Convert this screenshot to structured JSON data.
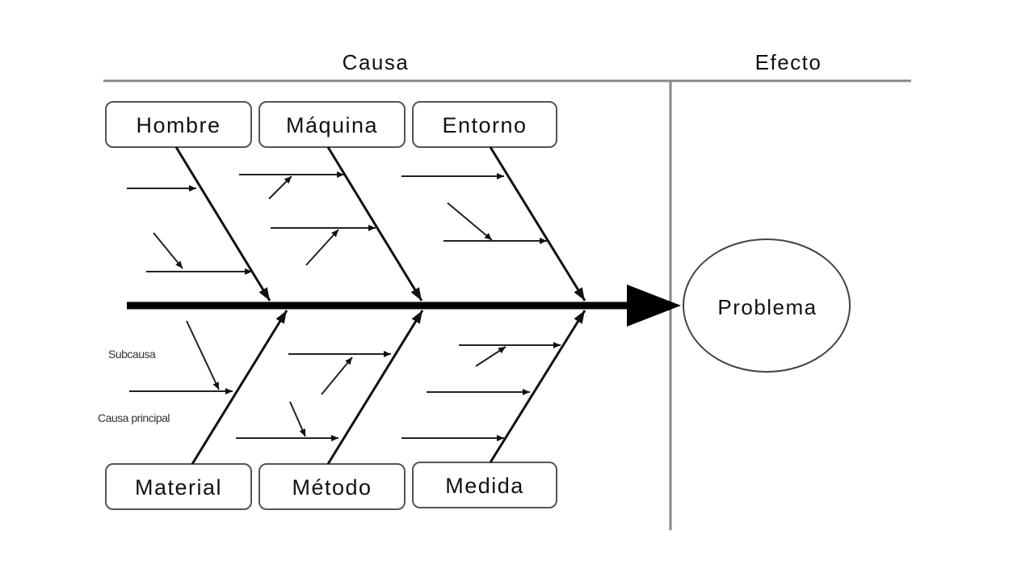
{
  "headers": {
    "cause": "Causa",
    "effect": "Efecto"
  },
  "categories_top": [
    "Hombre",
    "Máquina",
    "Entorno"
  ],
  "categories_bottom": [
    "Material",
    "Método",
    "Medida"
  ],
  "effect": "Problema",
  "annotations": {
    "subcause": "Subcausa",
    "main_cause": "Causa principal"
  }
}
